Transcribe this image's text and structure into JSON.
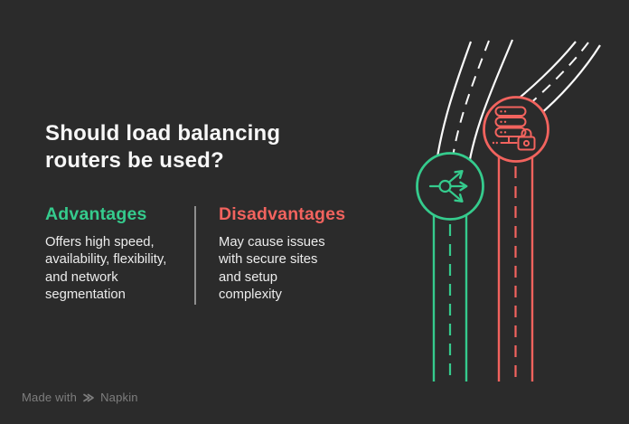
{
  "theme": {
    "background": "#2b2b2b",
    "title_color": "#f7f7f7",
    "text_color": "#ececec",
    "green": "#35cb8d",
    "red": "#f2635e",
    "divider_color": "#a0a0a0",
    "road_white": "#fafafa",
    "watermark_color": "#7e7e7e"
  },
  "title": {
    "lines": [
      "Should load balancing",
      "routers be used?"
    ]
  },
  "columns": {
    "advantages": {
      "heading": "Advantages",
      "lines": [
        "Offers high speed,",
        "availability, flexibility,",
        "and network",
        "segmentation"
      ]
    },
    "disadvantages": {
      "heading": "Disadvantages",
      "lines": [
        "May cause issues",
        "with secure sites",
        "and setup",
        "complexity"
      ]
    }
  },
  "illustration": {
    "left_node_icon": "load-balancer-icon",
    "right_node_icon": "secure-server-lock-icon",
    "left_road_color": "#35cb8d",
    "right_road_color": "#f2635e"
  },
  "watermark": {
    "prefix": "Made with",
    "brand": "Napkin"
  }
}
